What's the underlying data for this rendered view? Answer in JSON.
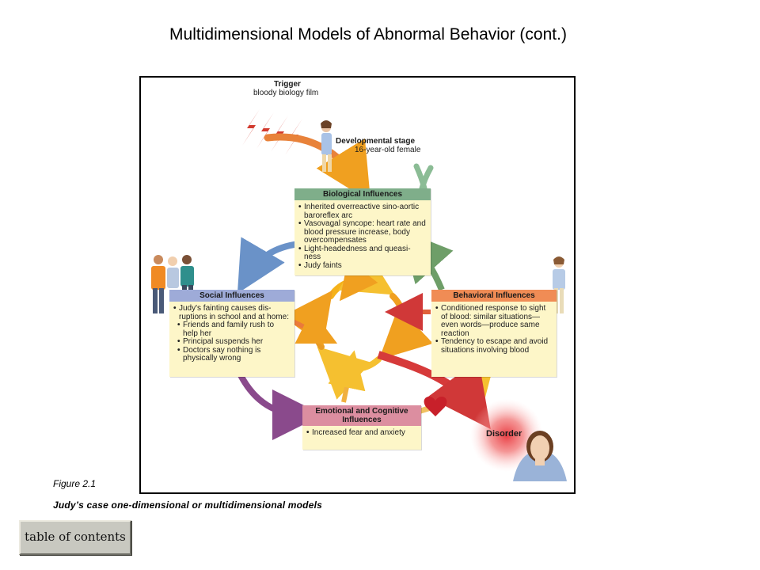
{
  "slide": {
    "title": "Multidimensional Models of Abnormal Behavior (cont.)"
  },
  "figure": {
    "trigger": {
      "heading": "Trigger",
      "detail": "bloody biology film"
    },
    "developmental_stage": {
      "heading": "Developmental stage",
      "detail": "16-year-old female"
    },
    "biological": {
      "heading": "Biological Influences",
      "items": [
        "Inherited overreactive sino-aortic baroreflex arc",
        "Vasovagal syncope: heart rate and blood pressure increase, body overcompensates",
        "Light-headedness and queasi-ness",
        "Judy faints"
      ],
      "color": "#74a682"
    },
    "social": {
      "heading": "Social Influences",
      "items": [
        "Judy's fainting causes dis-ruptions in school and at home:"
      ],
      "subitems": [
        "Friends and family rush to help her",
        "Principal suspends her",
        "Doctors say nothing is physically wrong"
      ],
      "color": "#9aa8d6"
    },
    "behavioral": {
      "heading": "Behavioral Influences",
      "items": [
        "Conditioned response to sight of blood: similar situations—even words—produce same reaction",
        "Tendency to escape and avoid situations involving blood"
      ],
      "color": "#ef8a52"
    },
    "emotional": {
      "heading": "Emotional and Cognitive Influences",
      "items": [
        "Increased fear and anxiety"
      ],
      "color": "#d98a9c"
    },
    "disorder": {
      "label": "Disorder"
    }
  },
  "caption": {
    "figure_number": "Figure 2.1",
    "text": "Judy’s case one-dimensional or multidimensional models"
  },
  "nav": {
    "toc_label": "table of contents"
  }
}
